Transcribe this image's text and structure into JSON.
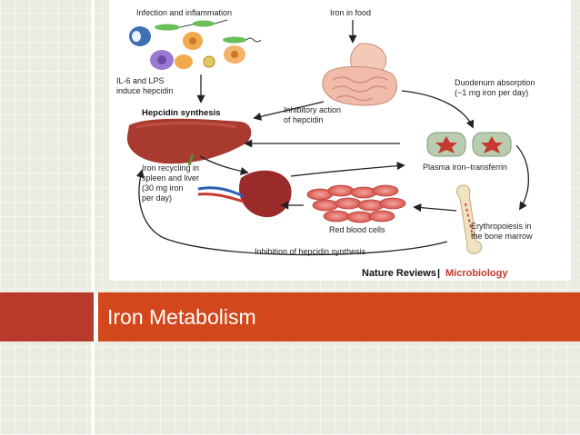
{
  "slide": {
    "title": "Iron Metabolism",
    "colors": {
      "accent": "#d2471b",
      "accent_dark": "#b83a2a",
      "background": "#ebebe2"
    }
  },
  "diagram": {
    "labels": {
      "infection": "Infection and inflammation",
      "iron_food": "Iron in food",
      "il6_line1": "IL-6 and LPS",
      "il6_line2": "induce hepcidin",
      "hepcidin_synthesis": "Hepcidin synthesis",
      "inhibitory_line1": "Inhibitory action",
      "inhibitory_line2": "of hepcidin",
      "duodenum_line1": "Duodenum absorption",
      "duodenum_line2": "(~1 mg iron per day)",
      "plasma": "Plasma iron–transferrin",
      "recycling_line1": "Iron recycling in",
      "recycling_line2": "spleen and liver",
      "recycling_line3": "(30 mg iron",
      "recycling_line4": "per day)",
      "rbc": "Red blood cells",
      "erythro_line1": "Erythropoiesis in",
      "erythro_line2": "the bone marrow",
      "inhibition": "Inhibition of hepcidin synthesis"
    },
    "footer": {
      "journal": "Nature Reviews",
      "separator": "|",
      "section": "Microbiology"
    },
    "icons": [
      "bacteria-icon",
      "immune-cell-icon",
      "stomach-intestine-icon",
      "liver-icon",
      "spleen-icon",
      "transferrin-icon",
      "red-blood-cells-icon",
      "bone-icon"
    ]
  }
}
